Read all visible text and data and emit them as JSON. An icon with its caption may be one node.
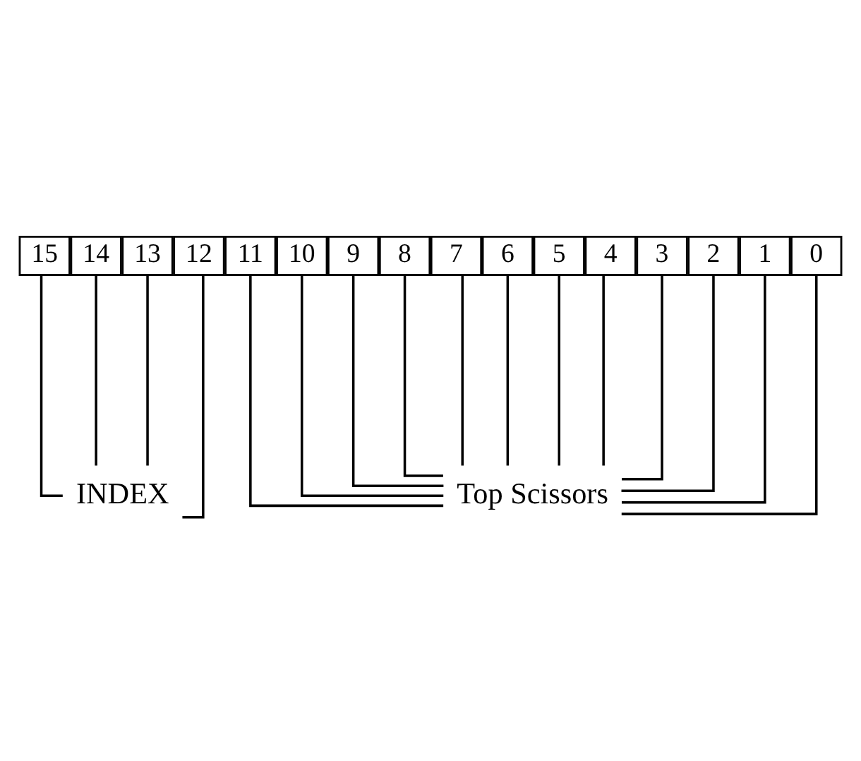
{
  "diagram": {
    "nodes": [
      {
        "text": [
          "15"
        ]
      },
      {
        "text": [
          "14"
        ]
      },
      {
        "text": [
          "13"
        ]
      },
      {
        "text": [
          "12"
        ]
      },
      {
        "text": [
          "11"
        ]
      },
      {
        "text": [
          "10"
        ]
      },
      {
        "text": [
          "9"
        ]
      },
      {
        "text": [
          "8"
        ]
      },
      {
        "text": [
          "7"
        ]
      },
      {
        "text": [
          "6"
        ]
      },
      {
        "text": [
          "5"
        ]
      },
      {
        "text": [
          "4"
        ]
      },
      {
        "text": [
          "3"
        ]
      },
      {
        "text": [
          "2"
        ]
      },
      {
        "text": [
          "1"
        ]
      },
      {
        "text": [
          "0"
        ]
      },
      {
        "text": [
          "Top Scissors"
        ]
      },
      {
        "text": [
          "INDEX"
        ]
      }
    ],
    "edges": [
      {
        "from": 15,
        "to": 16,
        "arrow": "none"
      },
      {
        "from": 14,
        "to": 16,
        "arrow": "none"
      },
      {
        "from": 13,
        "to": 16,
        "arrow": "none"
      },
      {
        "from": 12,
        "to": 16,
        "arrow": "none"
      },
      {
        "from": 11,
        "to": 16,
        "arrow": "none"
      },
      {
        "from": 10,
        "to": 16,
        "arrow": "none"
      },
      {
        "from": 9,
        "to": 16,
        "arrow": "none"
      },
      {
        "from": 8,
        "to": 16,
        "arrow": "none"
      },
      {
        "from": 7,
        "to": 16,
        "arrow": "none"
      },
      {
        "from": 6,
        "to": 16,
        "arrow": "none"
      },
      {
        "from": 5,
        "to": 16,
        "arrow": "none"
      },
      {
        "from": 4,
        "to": 16,
        "arrow": "none"
      },
      {
        "from": 3,
        "to": 17,
        "arrow": "none"
      },
      {
        "from": 2,
        "to": 17,
        "arrow": "none"
      },
      {
        "from": 1,
        "to": 17,
        "arrow": "none"
      },
      {
        "from": 0,
        "to": 17,
        "arrow": "none"
      }
    ]
  }
}
